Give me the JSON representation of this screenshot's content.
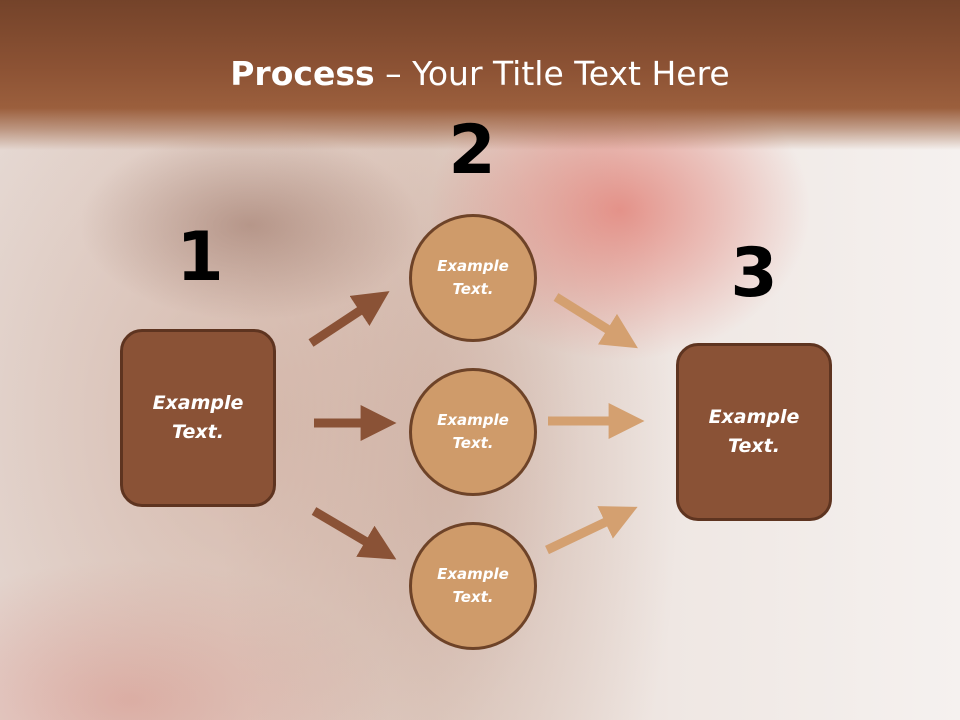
{
  "slide": {
    "title_bold": "Process",
    "title_separator": " – ",
    "title_rest": "Your Title Text Here"
  },
  "steps": [
    {
      "number": "1",
      "label": "Example Text."
    },
    {
      "number": "2",
      "label": "Example Text."
    },
    {
      "number": "3",
      "label": "Example Text."
    }
  ],
  "nodes": [
    {
      "label": "Example Text."
    },
    {
      "label": "Example Text."
    },
    {
      "label": "Example Text."
    }
  ],
  "colors": {
    "header": "#8c5234",
    "box_fill": "#8a5236",
    "circle_fill": "#cf9b6a",
    "arrow_dark": "#8a5236",
    "arrow_light": "#d4a070",
    "number_text": "#000000"
  }
}
